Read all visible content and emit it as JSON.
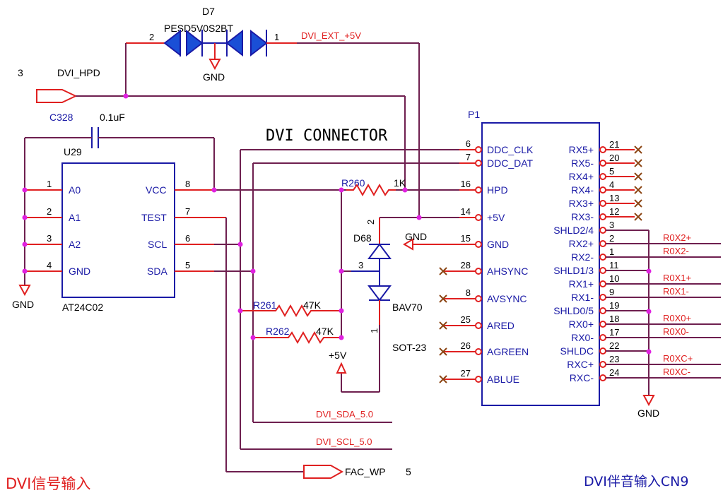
{
  "title": "DVI CONNECTOR",
  "corner_left": "DVI信号输入",
  "corner_right": "DVI伴音输入CN9",
  "colors": {
    "wire": "#6e1f4f",
    "pin": "#e02020",
    "component": "#1a1aa6",
    "junction": "#e020e0"
  },
  "d7": {
    "ref": "D7",
    "part": "PESD5V0S2BT",
    "pin_left": "2",
    "pin_right": "1",
    "gnd": "GND"
  },
  "hpd_port": {
    "num": "3",
    "net": "DVI_HPD"
  },
  "dvi_ext": "DVI_EXT_+5V",
  "c328": {
    "ref": "C328",
    "value": "0.1uF"
  },
  "u29": {
    "ref": "U29",
    "part": "AT24C02",
    "left_pins": [
      {
        "num": "1",
        "name": "A0"
      },
      {
        "num": "2",
        "name": "A1"
      },
      {
        "num": "3",
        "name": "A2"
      },
      {
        "num": "4",
        "name": "GND"
      }
    ],
    "right_pins": [
      {
        "num": "8",
        "name": "VCC"
      },
      {
        "num": "7",
        "name": "TEST"
      },
      {
        "num": "6",
        "name": "SCL"
      },
      {
        "num": "5",
        "name": "SDA"
      }
    ]
  },
  "gnd_u29": "GND",
  "r260": {
    "ref": "R260",
    "value": "1K"
  },
  "r261": {
    "ref": "R261",
    "value": "47K"
  },
  "r262": {
    "ref": "R262",
    "value": "47K"
  },
  "d68": {
    "ref": "D68",
    "part": "BAV70",
    "package": "SOT-23",
    "pin1": "1",
    "pin2": "2",
    "pin3": "3"
  },
  "plus5v": "+5V",
  "gnd_mid": "GND",
  "nets_bottom": {
    "sda": "DVI_SDA_5.0",
    "scl": "DVI_SCL_5.0",
    "fac": "FAC_WP",
    "fac_num": "5"
  },
  "p1": {
    "ref": "P1",
    "left_pins": [
      {
        "num": "6",
        "name": "DDC_CLK"
      },
      {
        "num": "7",
        "name": "DDC_DAT"
      },
      {
        "num": "16",
        "name": "HPD"
      },
      {
        "num": "14",
        "name": "+5V"
      },
      {
        "num": "15",
        "name": "GND"
      },
      {
        "num": "28",
        "name": "AHSYNC"
      },
      {
        "num": "8",
        "name": "AVSYNC"
      },
      {
        "num": "25",
        "name": "ARED"
      },
      {
        "num": "26",
        "name": "AGREEN"
      },
      {
        "num": "27",
        "name": "ABLUE"
      }
    ],
    "right_pins": [
      {
        "num": "21",
        "name": "RX5+"
      },
      {
        "num": "20",
        "name": "RX5-"
      },
      {
        "num": "5",
        "name": "RX4+"
      },
      {
        "num": "4",
        "name": "RX4-"
      },
      {
        "num": "13",
        "name": "RX3+"
      },
      {
        "num": "12",
        "name": "RX3-"
      },
      {
        "num": "3",
        "name": "SHLD2/4"
      },
      {
        "num": "2",
        "name": "RX2+"
      },
      {
        "num": "1",
        "name": "RX2-"
      },
      {
        "num": "11",
        "name": "SHLD1/3"
      },
      {
        "num": "10",
        "name": "RX1+"
      },
      {
        "num": "9",
        "name": "RX1-"
      },
      {
        "num": "19",
        "name": "SHLD0/5"
      },
      {
        "num": "18",
        "name": "RX0+"
      },
      {
        "num": "17",
        "name": "RX0-"
      },
      {
        "num": "22",
        "name": "SHLDC"
      },
      {
        "num": "23",
        "name": "RXC+"
      },
      {
        "num": "24",
        "name": "RXC-"
      }
    ]
  },
  "out_nets": [
    "R0X2+",
    "R0X2-",
    "R0X1+",
    "R0X1-",
    "R0X0+",
    "R0X0-",
    "R0XC+",
    "R0XC-"
  ],
  "gnd_p1": "GND"
}
